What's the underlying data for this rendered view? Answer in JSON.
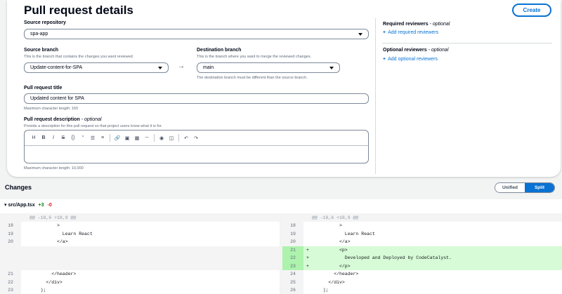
{
  "page": {
    "title": "Pull request details",
    "create_label": "Create"
  },
  "source_repo": {
    "label": "Source repository",
    "value": "spa-app"
  },
  "source_branch": {
    "label": "Source branch",
    "desc": "This is the branch that contains the changes you want reviewed.",
    "value": "Update-content-for-SPA"
  },
  "dest_branch": {
    "label": "Destination branch",
    "desc": "This is the branch where you want to merge the reviewed changes.",
    "value": "main",
    "hint": "The destination branch must be different than the source branch."
  },
  "pr_title": {
    "label": "Pull request title",
    "value": "Updated content for SPA",
    "hint": "Maximum character length: 150"
  },
  "pr_desc": {
    "label": "Pull request description",
    "optional": " - optional",
    "desc": "Provide a description for this pull request so that project users know what it is for.",
    "hint": "Maximum character length: 10,000",
    "toolbar": [
      "H",
      "B",
      "I",
      "S",
      "{}",
      "“",
      "☰",
      "≡",
      "🔗",
      "▣",
      "▦",
      "─",
      "◉",
      "◫",
      "↶",
      "↷"
    ]
  },
  "reviewers": {
    "required_label": "Required reviewers",
    "required_opt": " - optional",
    "add_required": "Add required reviewers",
    "optional_label": "Optional reviewers",
    "optional_opt": " - optional",
    "add_optional": "Add optional reviewers"
  },
  "changes": {
    "title": "Changes",
    "unified": "Unified",
    "split": "Split"
  },
  "file": {
    "name": "src/App.tsx",
    "additions": "+3",
    "deletions": "-0"
  },
  "diff": {
    "hunk": "@@ -18,6 +18,9 @@",
    "left": [
      {
        "num": "18",
        "code": "          >",
        "type": "ctx"
      },
      {
        "num": "19",
        "code": "            Learn React",
        "type": "ctx"
      },
      {
        "num": "20",
        "code": "          </a>",
        "type": "ctx"
      },
      {
        "num": "",
        "code": "",
        "type": "empty"
      },
      {
        "num": "",
        "code": "",
        "type": "empty"
      },
      {
        "num": "",
        "code": "",
        "type": "empty"
      },
      {
        "num": "21",
        "code": "        </header>",
        "type": "ctx"
      },
      {
        "num": "22",
        "code": "      </div>",
        "type": "ctx"
      },
      {
        "num": "23",
        "code": "    );",
        "type": "ctx"
      }
    ],
    "right": [
      {
        "num": "18",
        "mark": "",
        "code": "          >",
        "type": "ctx"
      },
      {
        "num": "19",
        "mark": "",
        "code": "            Learn React",
        "type": "ctx"
      },
      {
        "num": "20",
        "mark": "",
        "code": "          </a>",
        "type": "ctx"
      },
      {
        "num": "21",
        "mark": "+",
        "code": "          <p>",
        "type": "added"
      },
      {
        "num": "22",
        "mark": "+",
        "code": "            Developed and Deployed by CodeCatalyst.",
        "type": "added"
      },
      {
        "num": "23",
        "mark": "+",
        "code": "          </p>",
        "type": "added"
      },
      {
        "num": "24",
        "mark": "",
        "code": "        </header>",
        "type": "ctx"
      },
      {
        "num": "25",
        "mark": "",
        "code": "      </div>",
        "type": "ctx"
      },
      {
        "num": "26",
        "mark": "",
        "code": "    );",
        "type": "ctx"
      }
    ]
  },
  "colors": {
    "accent": "#0972d3",
    "added_bg": "#d6fbd6",
    "added_gutter": "#adf2ad",
    "additions": "#037f0c",
    "deletions": "#d91515"
  }
}
